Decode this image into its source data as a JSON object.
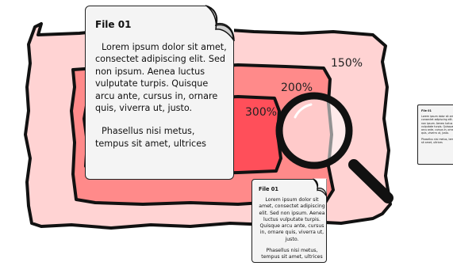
{
  "zoom_levels": {
    "level_1": "150%",
    "level_2": "200%",
    "level_3": "300%"
  },
  "document": {
    "title": "File 01",
    "paragraph_1": "Lorem ipsum dolor sit amet, consectet adipiscing elit. Sed non ipsum. Aenea luctus vulputate turpis. Quisque arcu ante, cursus in, ornare quis, viverra ut, justo.",
    "paragraph_2": "Phasellus nisi metus, tempus sit amet, ultrices"
  },
  "colors": {
    "zoom_1": "#ffd3d3",
    "zoom_2": "#ff8a8a",
    "zoom_3": "#ff4f5a",
    "outline": "#111111",
    "note_fill": "#f4f4f4"
  },
  "icons": [
    "magnifier-icon",
    "page-curl-icon"
  ]
}
